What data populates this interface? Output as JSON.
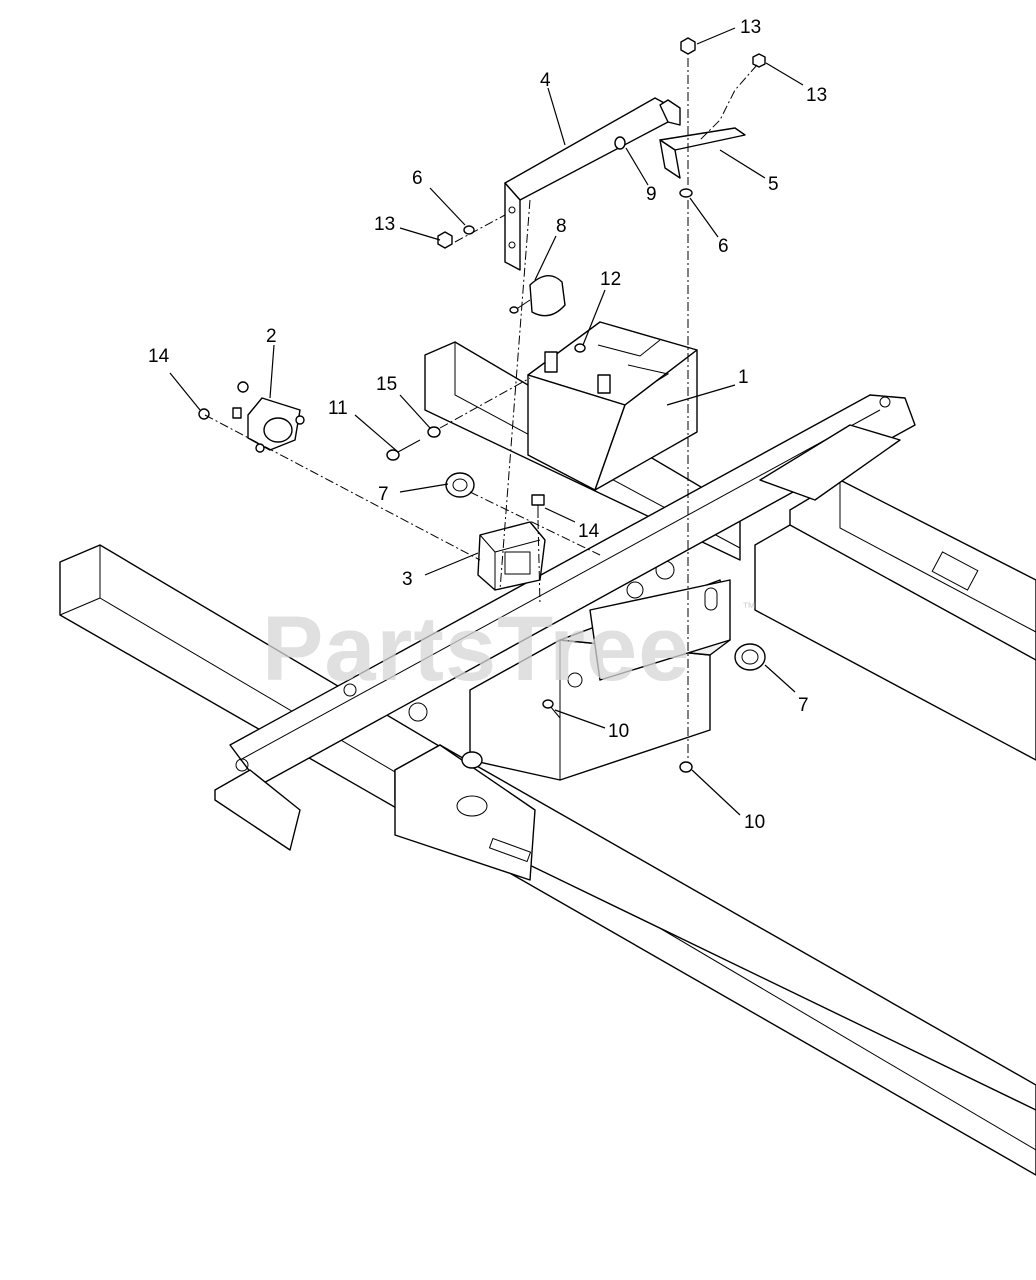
{
  "watermark": {
    "text": "PartsTree",
    "trademark": "™"
  },
  "callouts": [
    {
      "id": "c1",
      "label": "1"
    },
    {
      "id": "c2",
      "label": "2"
    },
    {
      "id": "c3",
      "label": "3"
    },
    {
      "id": "c4",
      "label": "4"
    },
    {
      "id": "c5",
      "label": "5"
    },
    {
      "id": "c6a",
      "label": "6"
    },
    {
      "id": "c6b",
      "label": "6"
    },
    {
      "id": "c7a",
      "label": "7"
    },
    {
      "id": "c7b",
      "label": "7"
    },
    {
      "id": "c8",
      "label": "8"
    },
    {
      "id": "c9",
      "label": "9"
    },
    {
      "id": "c10a",
      "label": "10"
    },
    {
      "id": "c10b",
      "label": "10"
    },
    {
      "id": "c11",
      "label": "11"
    },
    {
      "id": "c12",
      "label": "12"
    },
    {
      "id": "c13a",
      "label": "13"
    },
    {
      "id": "c13b",
      "label": "13"
    },
    {
      "id": "c13c",
      "label": "13"
    },
    {
      "id": "c14a",
      "label": "14"
    },
    {
      "id": "c14b",
      "label": "14"
    },
    {
      "id": "c15",
      "label": "15"
    }
  ]
}
